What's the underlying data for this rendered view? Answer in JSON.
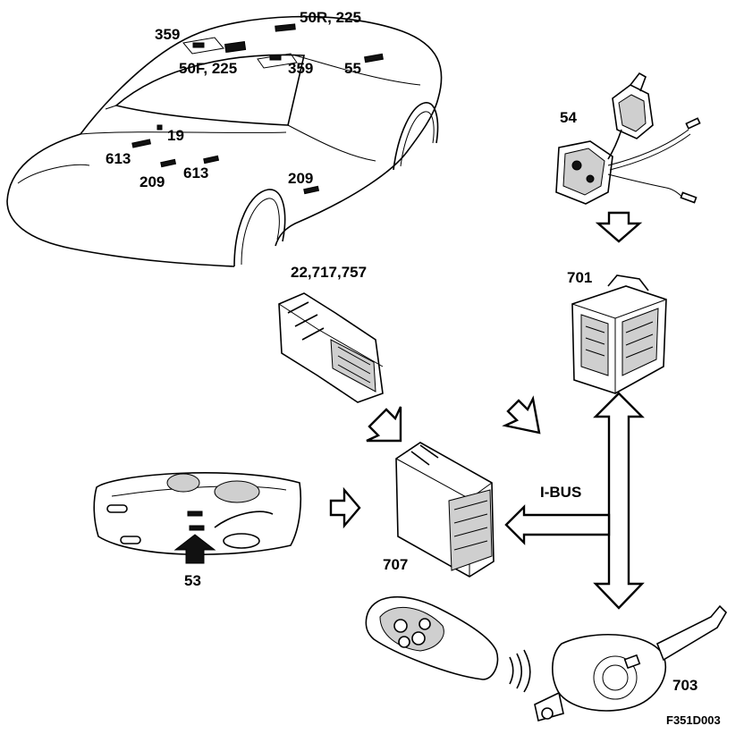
{
  "diagram": {
    "vehicle_labels": {
      "l359_a": "359",
      "l50r_225": "50R, 225",
      "l50f_225": "50F, 225",
      "l359_b": "359",
      "l55": "55",
      "l19": "19",
      "l613_a": "613",
      "l209_a": "209",
      "l613_b": "613",
      "l209_b": "209"
    },
    "component_labels": {
      "door_lock": "54",
      "connector_module": "22,717,757",
      "fuse_relay_box": "701",
      "control_module": "707",
      "ignition_switch": "53",
      "steering_column_module": "703"
    },
    "bus_label": "I-BUS",
    "figure_code": "F351D003"
  }
}
